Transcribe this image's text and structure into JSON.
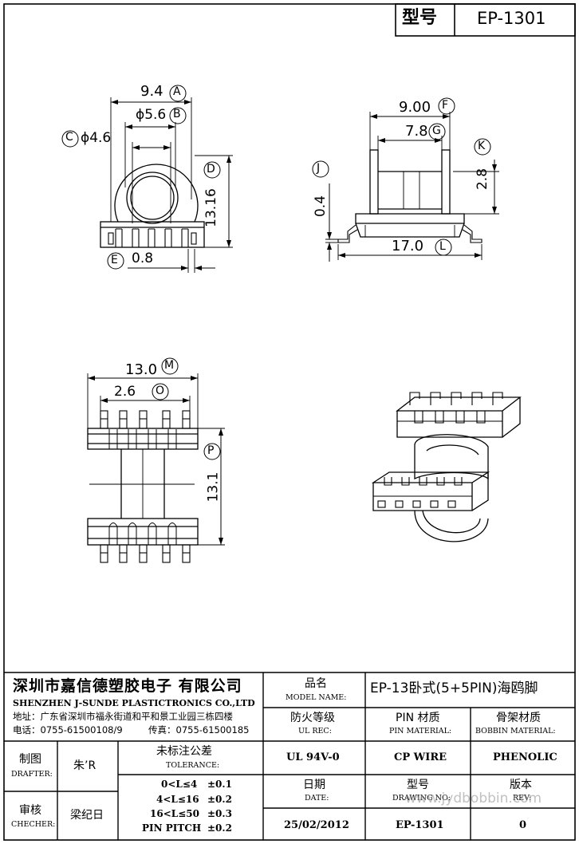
{
  "header": {
    "model_label": "型号",
    "model_value": "EP-1301"
  },
  "dimensions": {
    "A": {
      "value": "9.4",
      "letter": "A"
    },
    "B": {
      "value": "ϕ5.6",
      "letter": "B"
    },
    "C": {
      "value": "ϕ4.6",
      "letter": "C"
    },
    "D": {
      "value": "13.16",
      "letter": "D"
    },
    "E": {
      "value": "0.8",
      "letter": "E"
    },
    "F": {
      "value": "9.00",
      "letter": "F"
    },
    "G": {
      "value": "7.8",
      "letter": "G"
    },
    "K": {
      "value": "2.8",
      "letter": "K"
    },
    "J": {
      "value": "0.4",
      "letter": "J"
    },
    "L": {
      "value": "17.0",
      "letter": "L"
    },
    "M": {
      "value": "13.0",
      "letter": "M"
    },
    "O": {
      "value": "2.6",
      "letter": "O"
    },
    "P": {
      "value": "13.1",
      "letter": "P"
    }
  },
  "title_block": {
    "company_cn": "深圳市嘉信德塑胶电子 有限公司",
    "company_en": "SHENZHEN J-SUNDE PLASTICTRONICS CO.,LTD",
    "address": "地址：广东省深圳市福永街道和平和景工业园三栋四楼",
    "phone": "电话：0755-61500108/9",
    "fax": "传真：0755-61500185",
    "model_name_cn": "品名",
    "model_name_en": "MODEL NAME:",
    "model_name_value": "EP-13卧式(5+5PIN)海鸥脚",
    "ul_cn": "防火等级",
    "ul_en": "UL REC:",
    "pin_cn": "PIN 材质",
    "pin_en": "PIN MATERIAL:",
    "bobbin_cn": "骨架材质",
    "bobbin_en": "BOBBIN MATERIAL:",
    "ul_value": "UL 94V-0",
    "pin_value": "CP WIRE",
    "bobbin_value": "PHENOLIC",
    "drafter_cn": "制图",
    "drafter_en": "DRAFTER:",
    "drafter_value": "朱’R",
    "checker_cn": "审核",
    "checker_en": "CHECHER:",
    "checker_value": "梁纪日",
    "tolerance_cn": "未标注公差",
    "tolerance_en": "TOLERANCE:",
    "tolerances": [
      {
        "range": "0<L≤4",
        "value": "±0.1"
      },
      {
        "range": "4<L≤16",
        "value": "±0.2"
      },
      {
        "range": "16<L≤50",
        "value": "±0.3"
      },
      {
        "range": "PIN PITCH",
        "value": "±0.2"
      }
    ],
    "date_cn": "日期",
    "date_en": "DATE:",
    "drawing_cn": "型号",
    "drawing_en": "DRAWING NO:",
    "rev_cn": "版本",
    "rev_en": "REV:",
    "date_value": "25/02/2012",
    "drawing_value": "EP-1301",
    "rev_value": "0"
  },
  "watermark": "www.jydbobbin.com"
}
